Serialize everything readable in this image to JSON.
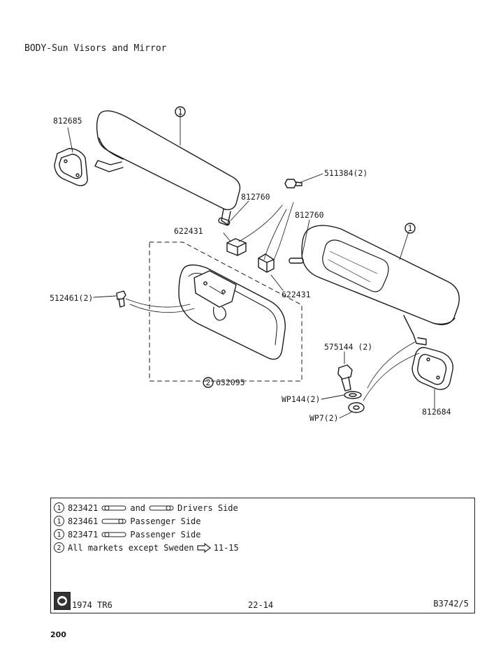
{
  "title": "BODY-Sun Visors and Mirror",
  "callouts": {
    "visor_left": "812685",
    "circle_1_top": "1",
    "screw_top": "511384(2)",
    "pin_left": "812760",
    "pin_right": "812760",
    "circle_1_right": "1",
    "clip_upper": "622431",
    "clip_lower": "622431",
    "screw_mirror": "512461(2)",
    "bolt": "575144 (2)",
    "washer_1": "WP144(2)",
    "washer_2": "WP7(2)",
    "bracket_right": "812684",
    "mirror_circle": "2",
    "mirror_part": "632095"
  },
  "legend": {
    "rows": [
      {
        "num": "1",
        "part": "823421",
        "join": "and",
        "desc": "Drivers Side"
      },
      {
        "num": "1",
        "part": "823461",
        "desc": "Passenger Side"
      },
      {
        "num": "1",
        "part": "823471",
        "desc": "Passenger Side"
      },
      {
        "num": "2",
        "text": "All markets except Sweden",
        "ref": "11-15"
      }
    ]
  },
  "footer": {
    "model": "1974 TR6",
    "page": "22-14",
    "code": "B3742/5"
  },
  "page_number": "200"
}
